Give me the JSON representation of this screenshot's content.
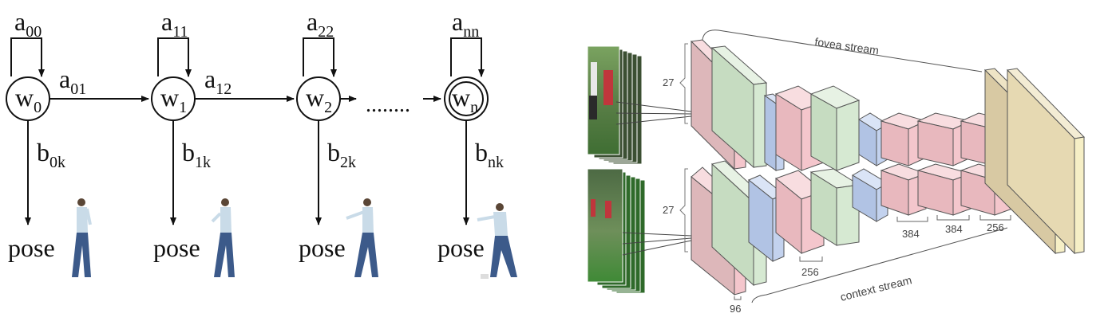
{
  "hmm": {
    "states": [
      {
        "main": "w",
        "sub": "0",
        "self": "a",
        "self_sub": "00",
        "emit": "b",
        "emit_sub": "0k",
        "output": "pose"
      },
      {
        "main": "w",
        "sub": "1",
        "self": "a",
        "self_sub": "11",
        "emit": "b",
        "emit_sub": "1k",
        "output": "pose"
      },
      {
        "main": "w",
        "sub": "2",
        "self": "a",
        "self_sub": "22",
        "emit": "b",
        "emit_sub": "2k",
        "output": "pose"
      },
      {
        "main": "w",
        "sub": "n",
        "self": "a",
        "self_sub": "nn",
        "emit": "b",
        "emit_sub": "nk",
        "output": "pose"
      }
    ],
    "transitions": [
      {
        "main": "a",
        "sub": "01"
      },
      {
        "main": "a",
        "sub": "12"
      }
    ],
    "ellipsis": "........"
  },
  "cnn": {
    "fovea_label": "fovea stream",
    "context_label": "context stream",
    "top_size_label": "27",
    "bottom_size_label": "27",
    "dims": [
      "96",
      "256",
      "384",
      "384",
      "256"
    ]
  },
  "colors": {
    "conv_pink": "#f4c6cc",
    "conv_green": "#d6e9d2",
    "conv_blue": "#c3d2ee",
    "fc_tan": "#d8c9a3",
    "fc_cream": "#f6efc6",
    "frame_green": "#5e8f4c"
  }
}
